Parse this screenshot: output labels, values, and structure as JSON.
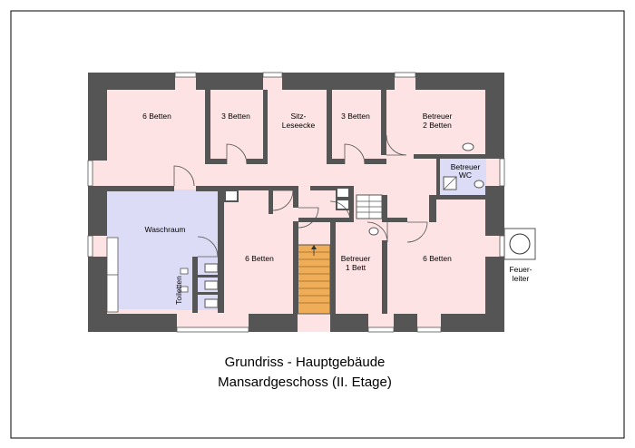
{
  "rooms": {
    "r1": "6 Betten",
    "r2": "3 Betten",
    "r3_line1": "Sitz-",
    "r3_line2": "Leseecke",
    "r4": "3 Betten",
    "r5_line1": "Betreuer",
    "r5_line2": "2 Betten",
    "wc_line1": "Betreuer",
    "wc_line2": "WC",
    "wasch": "Waschraum",
    "toiletten": "Toiletten",
    "r6": "6 Betten",
    "r7_line1": "Betreuer",
    "r7_line2": "1 Bett",
    "r8": "6 Betten",
    "feuer_line1": "Feuer-",
    "feuer_line2": "leiter"
  },
  "caption": {
    "line1": "Grundriss - Hauptgebäude",
    "line2": "Mansardgeschoss (II. Etage)"
  },
  "colors": {
    "wall": "#555555",
    "pink": "#fde3e3",
    "lavender": "#dcdcf7",
    "stairs": "#f0ad57"
  }
}
